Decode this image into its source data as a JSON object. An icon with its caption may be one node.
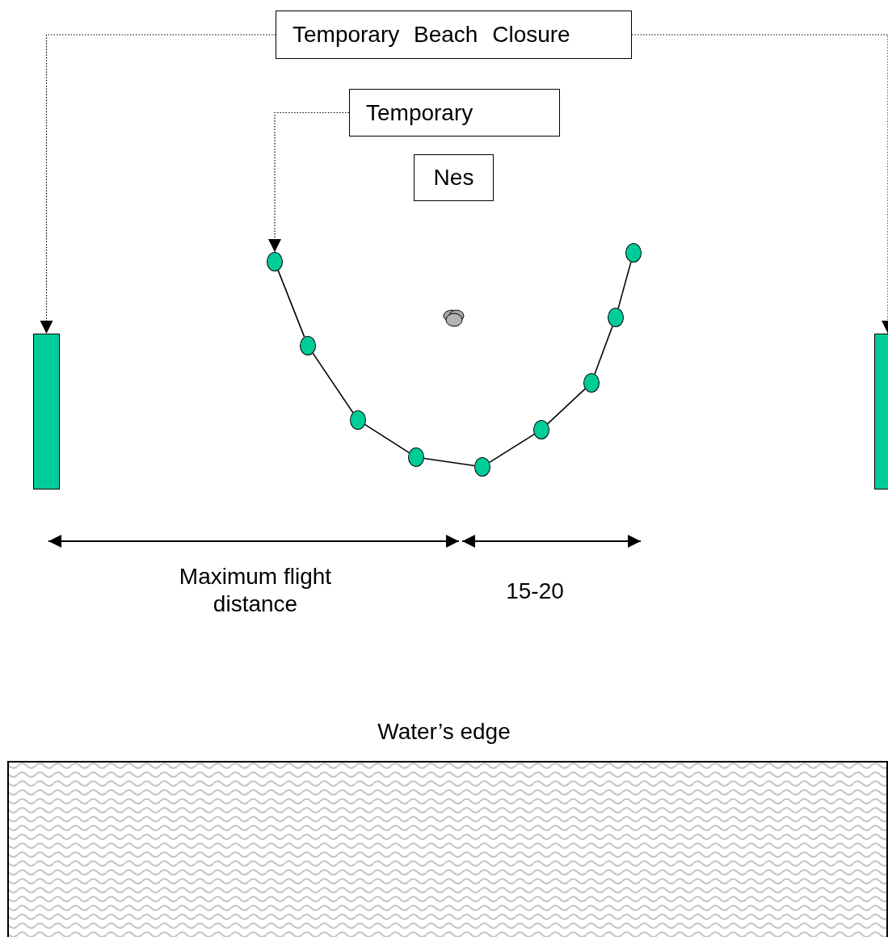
{
  "diagram": {
    "nodes": [
      {
        "text": [
          "Temporary Beach Closure"
        ]
      },
      {
        "text": [
          "Temporary"
        ]
      },
      {
        "text": [
          "Nes"
        ]
      },
      {
        "text": [],
        "shape": "bar"
      },
      {
        "text": [],
        "shape": "bar"
      },
      {
        "text": [],
        "shape": "circle"
      },
      {
        "text": [],
        "shape": "circle"
      },
      {
        "text": [],
        "shape": "circle"
      },
      {
        "text": [],
        "shape": "circle"
      },
      {
        "text": [],
        "shape": "circle"
      },
      {
        "text": [],
        "shape": "circle"
      },
      {
        "text": [],
        "shape": "circle"
      },
      {
        "text": [],
        "shape": "circle"
      },
      {
        "text": [],
        "shape": "circle"
      },
      {
        "text": [
          "Water’s edge"
        ]
      }
    ],
    "edges": [
      {
        "from": 0,
        "to": 3,
        "arrow": "to",
        "style": "dashed"
      },
      {
        "from": 0,
        "to": 4,
        "arrow": "to",
        "style": "dashed"
      },
      {
        "from": 1,
        "to": 5,
        "arrow": "to",
        "style": "dashed"
      },
      {
        "from": 5,
        "to": 6,
        "arrow": "none"
      },
      {
        "from": 6,
        "to": 7,
        "arrow": "none"
      },
      {
        "from": 7,
        "to": 8,
        "arrow": "none"
      },
      {
        "from": 8,
        "to": 9,
        "arrow": "none"
      },
      {
        "from": 9,
        "to": 10,
        "arrow": "none"
      },
      {
        "from": 10,
        "to": 11,
        "arrow": "none"
      },
      {
        "from": 11,
        "to": 12,
        "arrow": "none"
      },
      {
        "from": 12,
        "to": 13,
        "arrow": "none"
      }
    ],
    "labels": [
      "Maximum flight distance",
      "15-20"
    ]
  }
}
